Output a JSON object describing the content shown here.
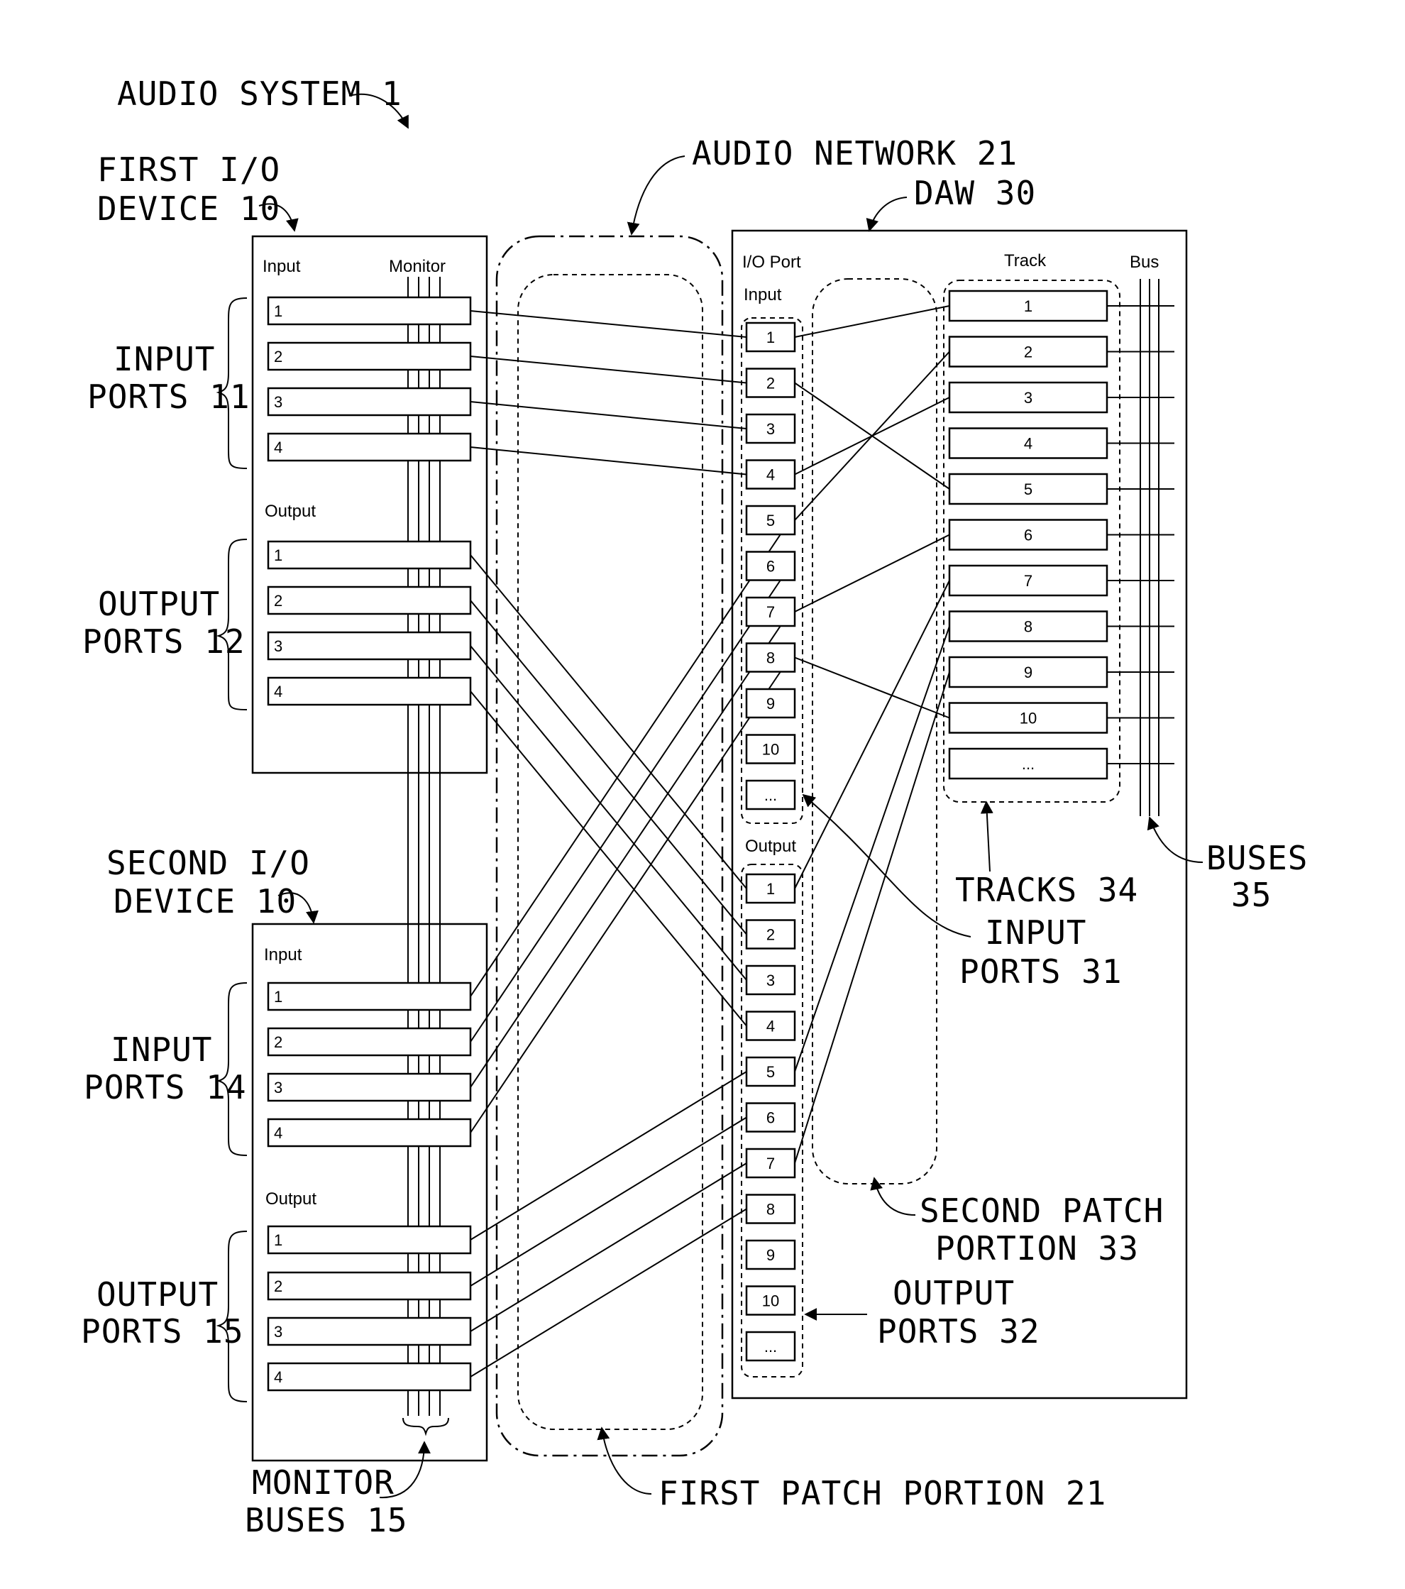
{
  "labels": {
    "audio_system": "AUDIO SYSTEM 1",
    "first_io_line1": "FIRST I/O",
    "first_io_line2": "DEVICE 10",
    "second_io_line1": "SECOND I/O",
    "second_io_line2": "DEVICE 10",
    "audio_network": "AUDIO NETWORK 21",
    "daw": "DAW 30",
    "input_ports_11_line1": "INPUT",
    "input_ports_11_line2": "PORTS 11",
    "output_ports_12_line1": "OUTPUT",
    "output_ports_12_line2": "PORTS 12",
    "input_ports_14_line1": "INPUT",
    "input_ports_14_line2": "PORTS 14",
    "output_ports_15_line1": "OUTPUT",
    "output_ports_15_line2": "PORTS 15",
    "monitor_buses_line1": "MONITOR",
    "monitor_buses_line2": "BUSES 15",
    "first_patch": "FIRST PATCH PORTION 21",
    "second_patch_line1": "SECOND PATCH",
    "second_patch_line2": "PORTION 33",
    "output_ports_32_line1": "OUTPUT",
    "output_ports_32_line2": "PORTS 32",
    "input_ports_31_line1": "INPUT",
    "input_ports_31_line2": "PORTS 31",
    "tracks_34": "TRACKS 34",
    "buses_35_line1": "BUSES",
    "buses_35_line2": "35"
  },
  "device_headers": {
    "input": "Input",
    "monitor": "Monitor",
    "output": "Output"
  },
  "daw_headers": {
    "io_port": "I/O Port",
    "input": "Input",
    "output": "Output",
    "track": "Track",
    "bus": "Bus"
  },
  "device_ports": [
    "1",
    "2",
    "3",
    "4"
  ],
  "daw_input_ports": [
    "1",
    "2",
    "3",
    "4",
    "5",
    "6",
    "7",
    "8",
    "9",
    "10",
    "..."
  ],
  "daw_output_ports": [
    "1",
    "2",
    "3",
    "4",
    "5",
    "6",
    "7",
    "8",
    "9",
    "10",
    "..."
  ],
  "tracks": [
    "1",
    "2",
    "3",
    "4",
    "5",
    "6",
    "7",
    "8",
    "9",
    "10",
    "..."
  ],
  "connections": {
    "dev1_in_to_daw_in": [
      [
        1,
        1
      ],
      [
        2,
        2
      ],
      [
        3,
        3
      ],
      [
        4,
        4
      ]
    ],
    "dev2_in_to_daw_in": [
      [
        1,
        5
      ],
      [
        2,
        6
      ],
      [
        3,
        7
      ],
      [
        4,
        8
      ]
    ],
    "daw_out_to_dev1_out": [
      [
        1,
        1
      ],
      [
        2,
        2
      ],
      [
        3,
        3
      ],
      [
        4,
        4
      ]
    ],
    "daw_out_to_dev2_out": [
      [
        5,
        1
      ],
      [
        6,
        2
      ],
      [
        7,
        3
      ],
      [
        8,
        4
      ]
    ],
    "daw_in_to_track": [
      [
        1,
        1
      ],
      [
        2,
        5
      ],
      [
        4,
        3
      ],
      [
        5,
        2
      ],
      [
        7,
        6
      ],
      [
        8,
        10
      ]
    ],
    "track_to_daw_out": [
      [
        7,
        1
      ],
      [
        8,
        5
      ],
      [
        9,
        7
      ]
    ]
  }
}
